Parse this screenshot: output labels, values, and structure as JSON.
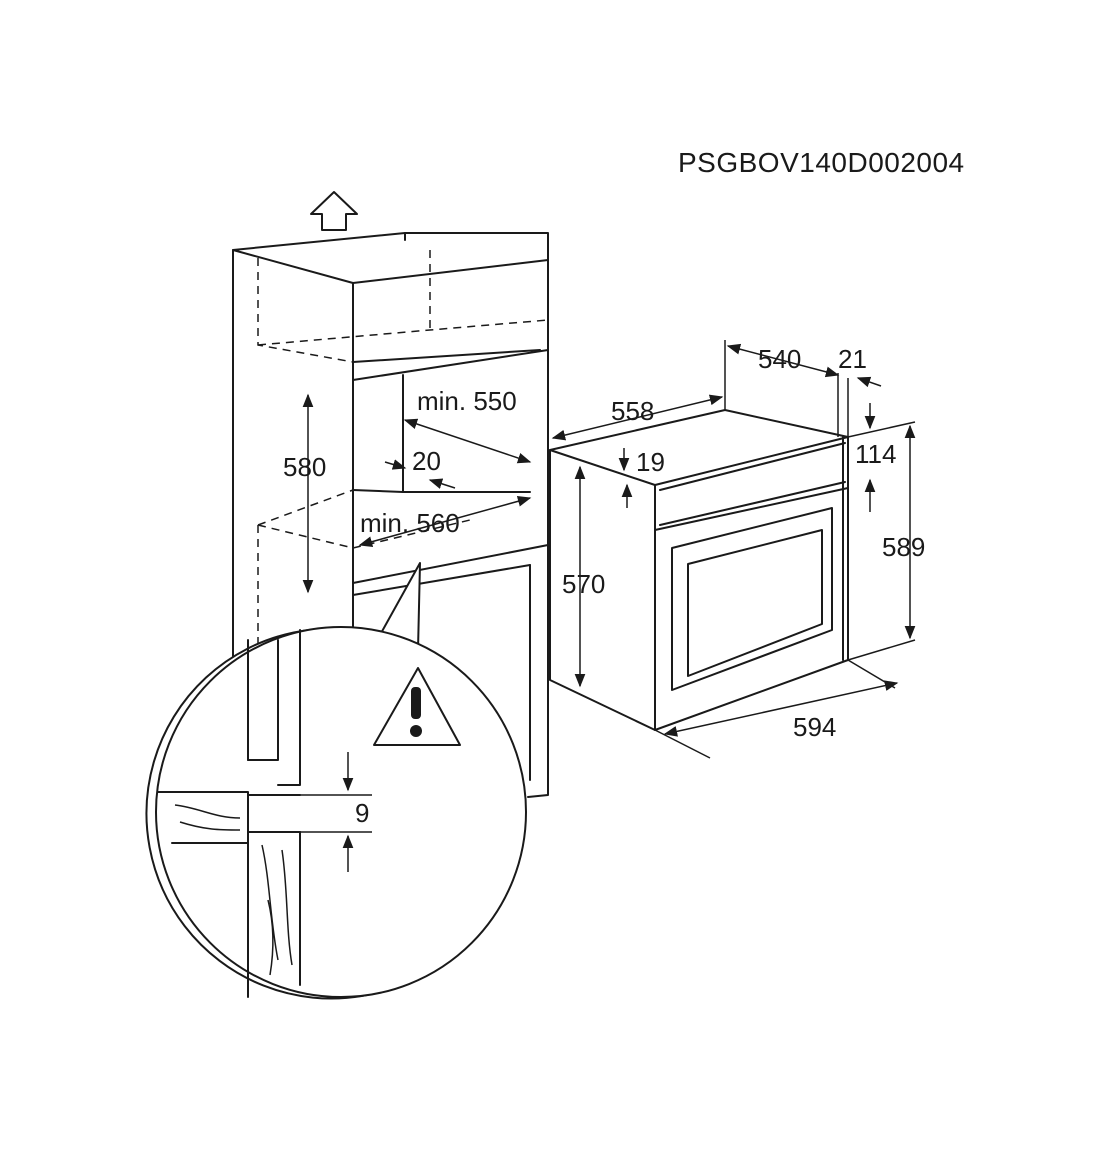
{
  "drawing_code": "PSGBOV140D002004",
  "cabinet": {
    "depth_label": "min. 550",
    "height_label": "580",
    "gap_label": "20",
    "width_label": "min. 560"
  },
  "oven": {
    "depth_label": "540",
    "side_depth_label": "558",
    "front_panel_label": "21",
    "top_offset_label": "19",
    "control_panel_label": "114",
    "body_height_label": "570",
    "front_height_label": "589",
    "width_label": "594"
  },
  "detail": {
    "clearance_label": "9",
    "warning_icon": "warning-triangle-icon"
  },
  "icons": {
    "ventilation": "up-arrow-icon"
  }
}
